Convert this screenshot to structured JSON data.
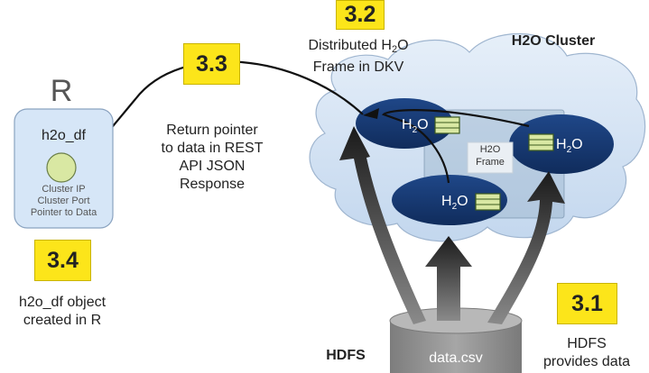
{
  "steps": {
    "s31": {
      "badge": "3.1",
      "text": [
        "HDFS",
        "provides data"
      ]
    },
    "s32": {
      "badge": "3.2",
      "text_line1_pre": "Distributed H",
      "text_line1_sub": "2",
      "text_line1_post": "O",
      "text_line2": "Frame in DKV"
    },
    "s33": {
      "badge": "3.3",
      "text": [
        "Return pointer",
        "to data in REST",
        "API JSON",
        "Response"
      ]
    },
    "s34": {
      "badge": "3.4",
      "text": [
        "h2o_df object",
        "created in R"
      ]
    }
  },
  "cluster": {
    "title": "H2O Cluster",
    "node_label_pre": "H",
    "node_label_sub": "2",
    "node_label_post": "O",
    "frame_label": [
      "H2O",
      "Frame"
    ]
  },
  "r_side": {
    "title": "R",
    "object_name": "h2o_df",
    "object_details": [
      "Cluster IP",
      "Cluster Port",
      "Pointer to Data"
    ]
  },
  "hdfs": {
    "label": "HDFS",
    "file": "data.csv"
  },
  "colors": {
    "badge": "#fce51a",
    "cloud": "#cfe0f2",
    "node": "#1a3d7a",
    "r_box": "#d6e6f7",
    "arrow": "#3a3a3a"
  }
}
